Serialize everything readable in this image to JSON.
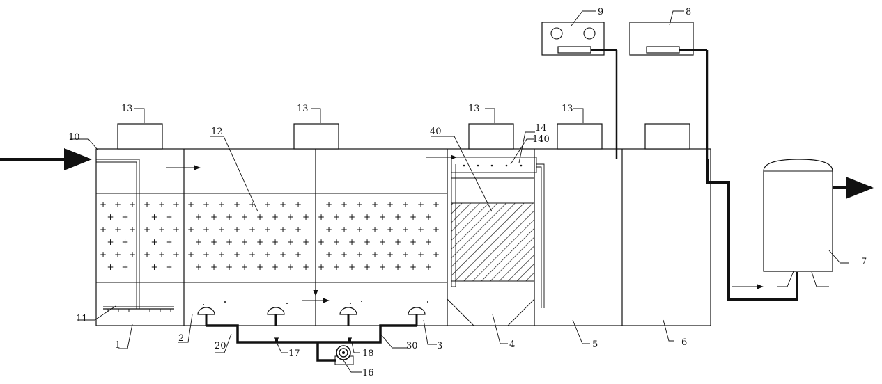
{
  "labels": {
    "l1": "1",
    "l2": "2",
    "l3": "3",
    "l4": "4",
    "l5": "5",
    "l6": "6",
    "l7": "7",
    "l8": "8",
    "l9": "9",
    "l10": "10",
    "l11": "11",
    "l12": "12",
    "l13a": "13",
    "l13b": "13",
    "l13c": "13",
    "l13d": "13",
    "l14": "14",
    "l140": "140",
    "l16": "16",
    "l17": "17",
    "l18": "18",
    "l20": "20",
    "l30": "30",
    "l40": "40"
  }
}
